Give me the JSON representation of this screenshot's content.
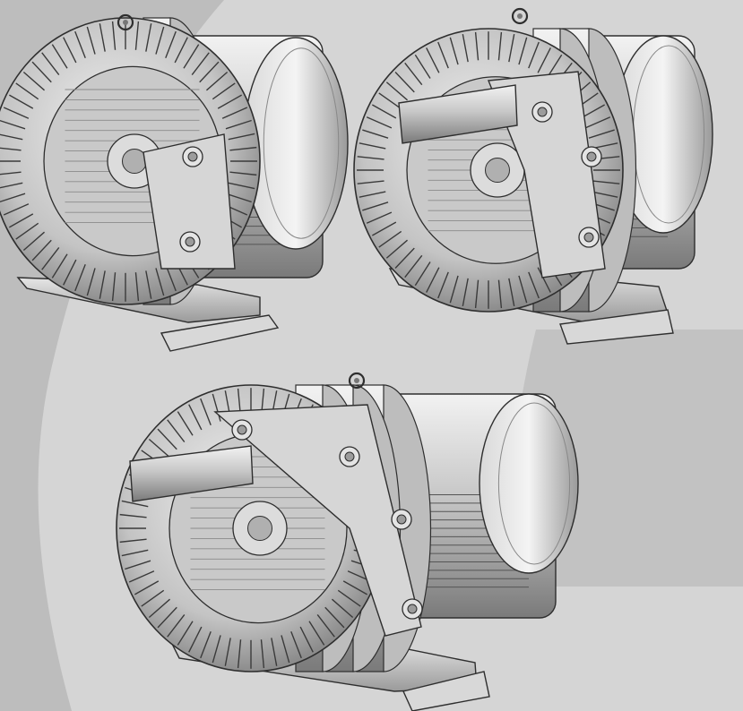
{
  "scene": {
    "colors": {
      "background_dark": "#bcbcbc",
      "background_light": "#d6d6d6",
      "panel": "#c4c4c4",
      "metal_light": "#ececec",
      "metal_mid": "#b8b8b8",
      "metal_dark": "#6e6e6e",
      "line": "#2e2e2e"
    },
    "blowers": [
      {
        "name": "single-stage-blower",
        "stages": 1
      },
      {
        "name": "double-stage-blower",
        "stages": 2
      },
      {
        "name": "triple-stage-blower",
        "stages": 3
      }
    ]
  }
}
